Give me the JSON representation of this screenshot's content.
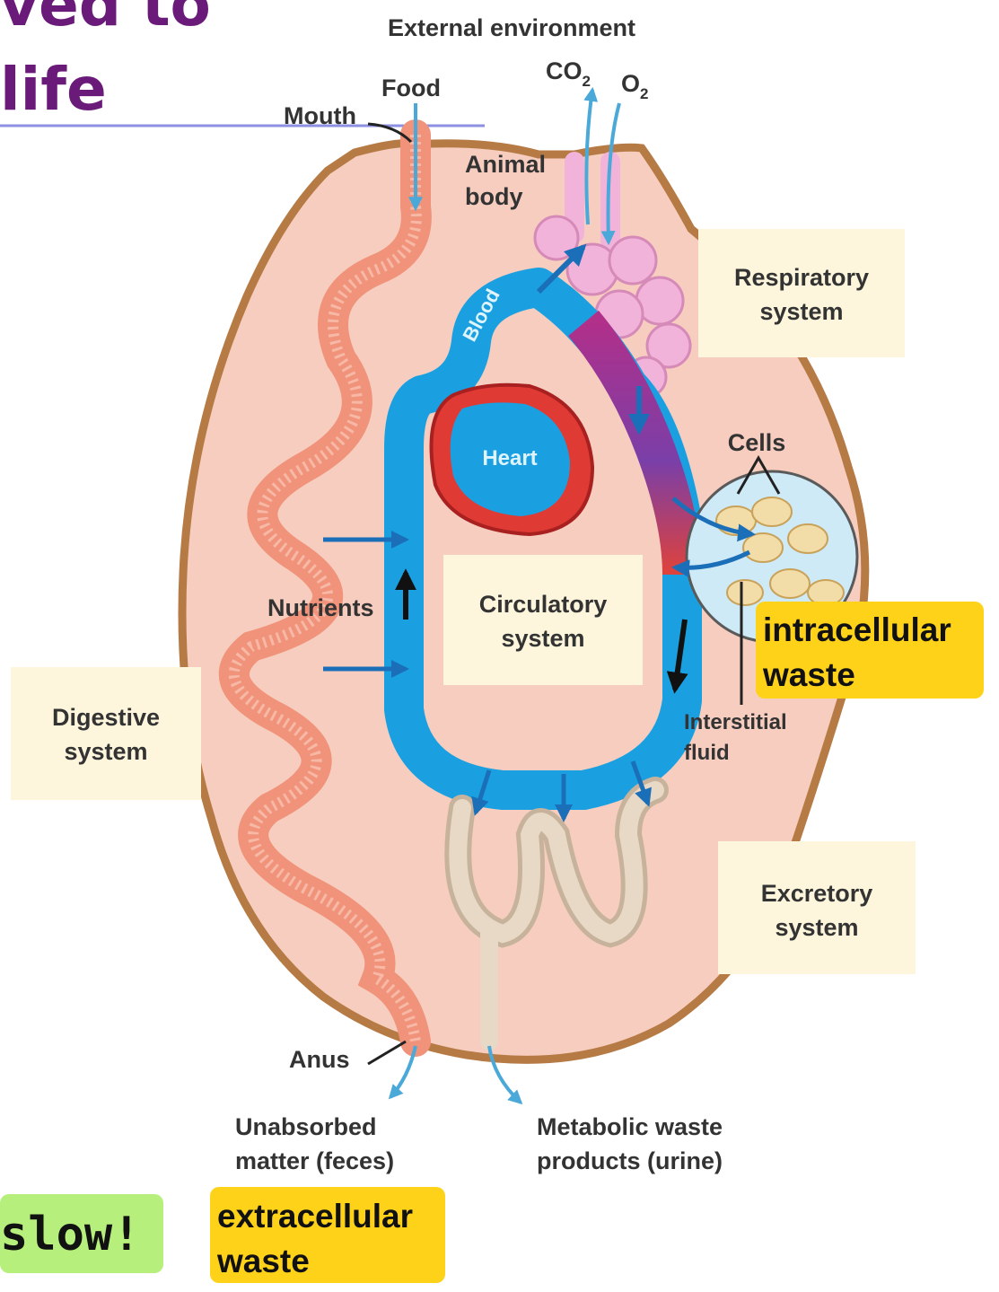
{
  "slide": {
    "title_fragment_top": "ved to",
    "title_fragment_bottom": "life",
    "note_slow": "slow!"
  },
  "diagram": {
    "external_environment": "External environment",
    "food": "Food",
    "mouth": "Mouth",
    "co2": "CO",
    "co2_sub": "2",
    "o2": "O",
    "o2_sub": "2",
    "animal_body_line1": "Animal",
    "animal_body_line2": "body",
    "respiratory_line1": "Respiratory",
    "respiratory_line2": "system",
    "blood": "Blood",
    "heart": "Heart",
    "cells": "Cells",
    "nutrients": "Nutrients",
    "circulatory_line1": "Circulatory",
    "circulatory_line2": "system",
    "digestive_line1": "Digestive",
    "digestive_line2": "system",
    "interstitial_line1": "Interstitial",
    "interstitial_line2": "fluid",
    "excretory_line1": "Excretory",
    "excretory_line2": "system",
    "anus": "Anus",
    "unabsorbed_line1": "Unabsorbed",
    "unabsorbed_line2": "matter (feces)",
    "metabolic_line1": "Metabolic waste",
    "metabolic_line2": "products (urine)"
  },
  "highlights": {
    "intracellular_line1": "intracellular",
    "intracellular_line2": "waste",
    "extracellular_line1": "extracellular",
    "extracellular_line2": "waste"
  },
  "colors": {
    "body_fill": "#f6cdbe",
    "body_outline": "#b67a45",
    "blood_blue": "#1aa0e0",
    "digestive_tract": "#f0937a",
    "respiratory_pink": "#f2b3da",
    "kidney_tubule": "#e8d8c6",
    "highlight_yellow": "#ffd21a",
    "highlight_green": "#b7ef7c",
    "title_purple": "#6a1a78"
  }
}
